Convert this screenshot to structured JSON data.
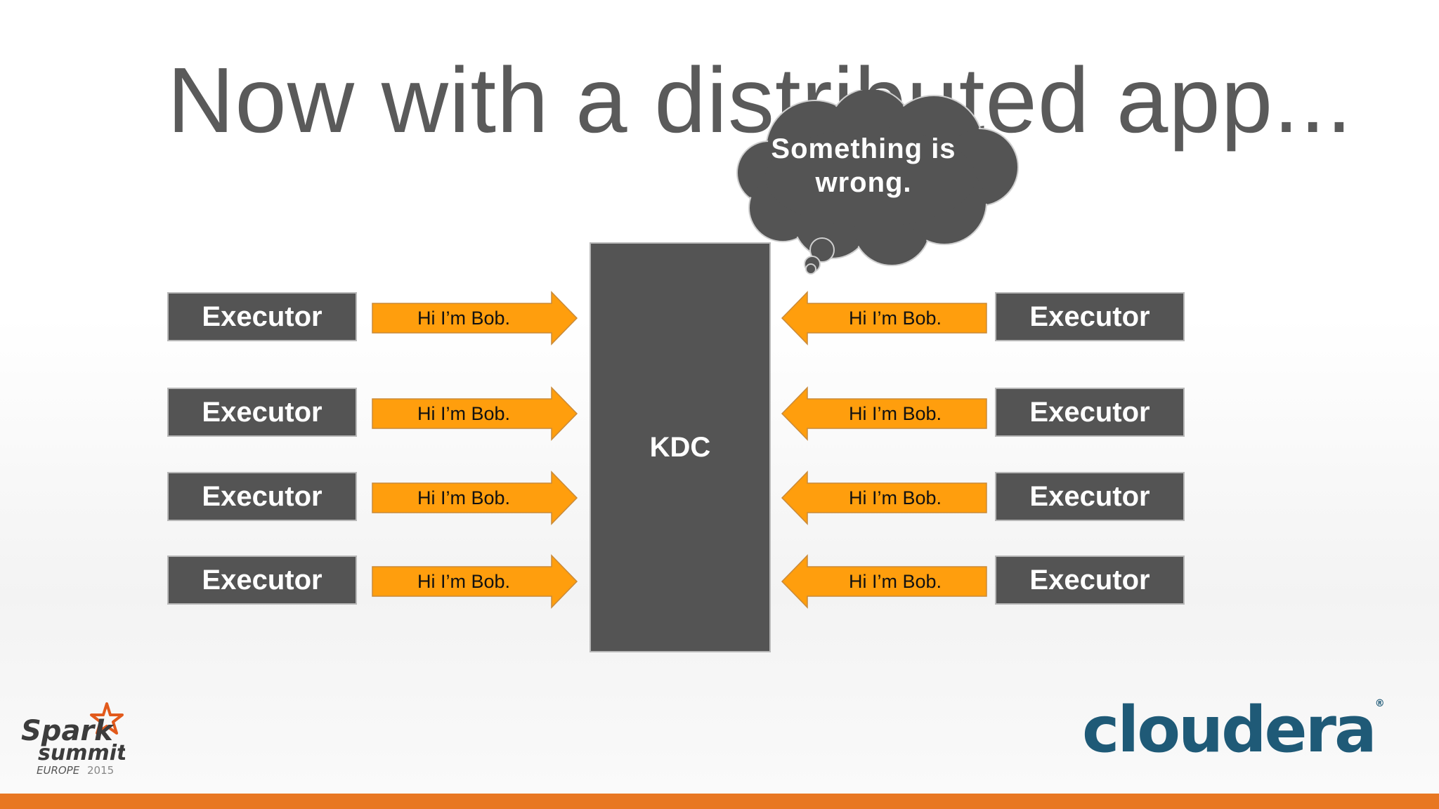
{
  "slide": {
    "title": "Now with a distributed app...",
    "thought": "Something is wrong.",
    "kdc": "KDC"
  },
  "left_executors": [
    "Executor",
    "Executor",
    "Executor",
    "Executor"
  ],
  "right_executors": [
    "Executor",
    "Executor",
    "Executor",
    "Executor"
  ],
  "left_arrows": [
    "Hi I’m Bob.",
    "Hi I’m Bob.",
    "Hi I’m Bob.",
    "Hi I’m Bob."
  ],
  "right_arrows": [
    "Hi I’m Bob.",
    "Hi I’m Bob.",
    "Hi I’m Bob.",
    "Hi I’m Bob."
  ],
  "logos": {
    "spark_word": "Spark",
    "summit_word": "summit",
    "event": "EUROPE",
    "year": "2015",
    "cloudera": "cloudera"
  },
  "colors": {
    "box": "#545454",
    "arrow": "#ff9e0d",
    "title": "#5a5a5a",
    "accent_bar": "#e87722",
    "cloudera": "#1f5a77"
  }
}
